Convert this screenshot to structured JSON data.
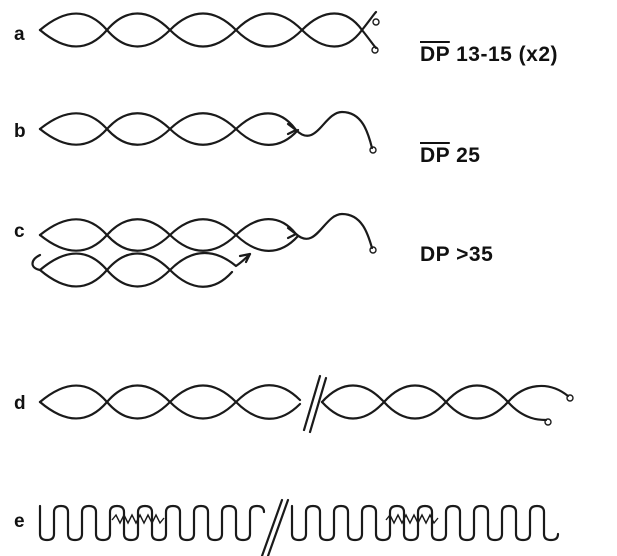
{
  "rows": [
    {
      "label": "a",
      "annotation_bar": "DP",
      "annotation_rest": " 13-15 (x2)"
    },
    {
      "label": "b",
      "annotation_bar": "DP",
      "annotation_rest": " 25"
    },
    {
      "label": "c",
      "annotation_bar": "",
      "annotation_rest": "DP >35"
    },
    {
      "label": "d",
      "annotation_bar": "",
      "annotation_rest": ""
    },
    {
      "label": "e",
      "annotation_bar": "",
      "annotation_rest": ""
    }
  ]
}
